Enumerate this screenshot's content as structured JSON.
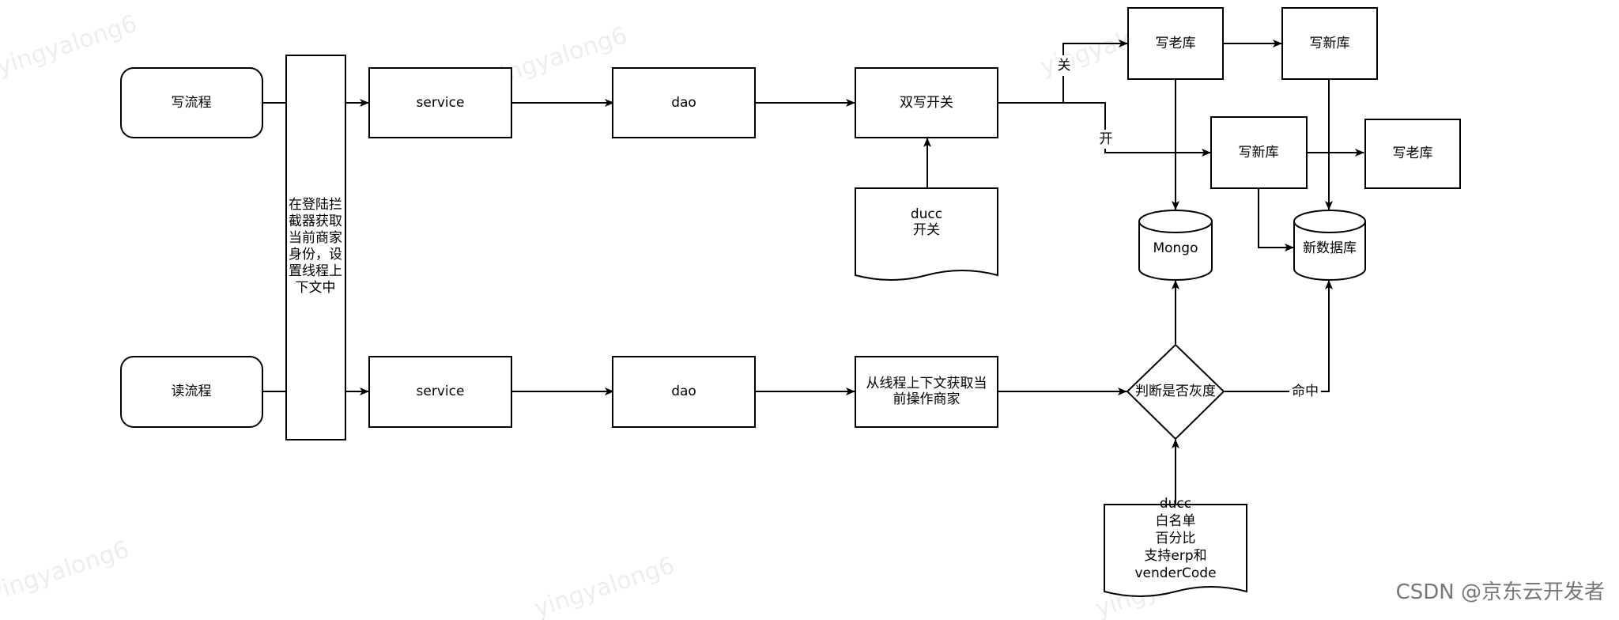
{
  "nodes": {
    "write_flow": "写流程",
    "read_flow": "读流程",
    "interceptor": [
      "在登陆拦",
      "截器获取",
      "当前商家",
      "身份，设",
      "置线程上",
      "下文中"
    ],
    "service_write": "service",
    "service_read": "service",
    "dao_write": "dao",
    "dao_read": "dao",
    "dual_write_switch": "双写开关",
    "ducc_switch": [
      "ducc",
      "开关"
    ],
    "get_merchant": [
      "从线程上下文获取当",
      "前操作商家"
    ],
    "write_old_top": "写老库",
    "write_new_top": "写新库",
    "write_new_mid": "写新库",
    "write_old_mid": "写老库",
    "mongo": "Mongo",
    "new_db": "新数据库",
    "gray_check": "判断是否灰度",
    "ducc_whitelist": [
      "ducc",
      "白名单",
      "百分比",
      "支持erp和",
      "venderCode"
    ]
  },
  "edge_labels": {
    "off": "关",
    "on": "开",
    "hit": "命中"
  },
  "watermark": "yingyalong6",
  "credit": "CSDN @京东云开发者"
}
